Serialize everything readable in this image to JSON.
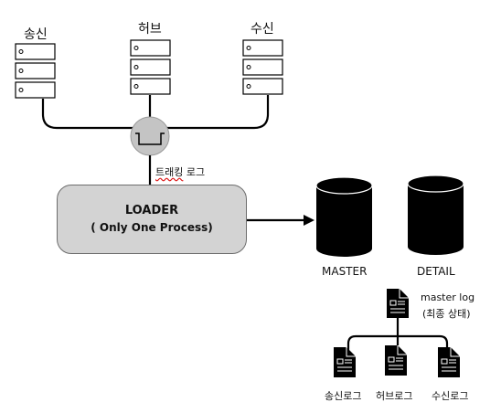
{
  "servers": {
    "sender": "송신",
    "hub": "허브",
    "receiver": "수신"
  },
  "tracking_log": {
    "misspelled_word": "트래킹",
    "rest": " 로그"
  },
  "loader": {
    "title": "LOADER",
    "subtitle": "( Only One Process)"
  },
  "databases": {
    "master": "MASTER",
    "detail": "DETAIL"
  },
  "master_log": {
    "line1": "master log",
    "line2": "(최종 상태)"
  },
  "logs": {
    "sender": "송신로그",
    "hub": "허브로그",
    "receiver": "수신로그"
  },
  "colors": {
    "loader_fill": "#d3d3d3",
    "hub_circle": "#c4c4c4",
    "db_fill": "#000000",
    "line": "#000000",
    "spellcheck": "#dd1111"
  }
}
